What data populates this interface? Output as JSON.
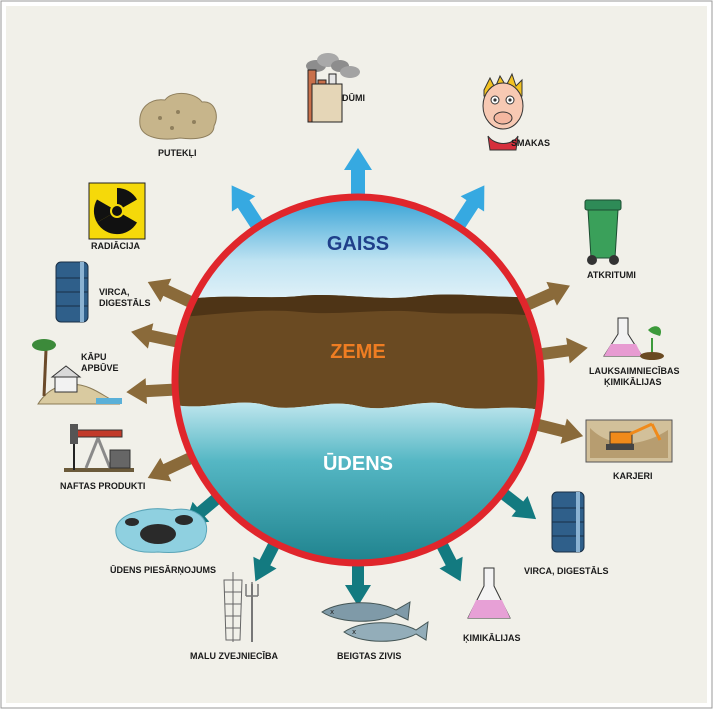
{
  "zones": {
    "air": "GAISS",
    "earth": "ZEME",
    "water": "ŪDENS"
  },
  "sources": {
    "dumi": "DŪMI",
    "puteklji": "PUTEKĻI",
    "smakas": "SMAKAS",
    "radiacija": "RADIĀCIJA",
    "atkritumi": "ATKRITUMI",
    "virca_left_1": "VIRCA,",
    "virca_left_2": "DIGESTĀLS",
    "lauks_1": "LAUKSAIMNIECĪBAS",
    "lauks_2": "ĶIMIKĀLIJAS",
    "kapu_1": "KĀPU",
    "kapu_2": "APBŪVE",
    "karjeri": "KARJERI",
    "naftas": "NAFTAS PRODUKTI",
    "virca_right": "VIRCA, DIGESTĀLS",
    "udens_pies": "ŪDENS PIESĀRŅOJUMS",
    "kimikalijas": "ĶIMIKĀLIJAS",
    "malu": "MALU ZVEJNIECĪBA",
    "beigtas": "BEIGTAS ZIVIS"
  },
  "colors": {
    "ring": "#e0262c",
    "air_arrow": "#36a9e1",
    "earth_arrow": "#8a6a3a",
    "water_arrow": "#137a80",
    "sky_top": "#3aa6d8",
    "soil": "#6a4a22",
    "water": "#2b9aa6",
    "air_text": "#1f3f8a",
    "earth_text": "#ef7d22",
    "water_text": "#ffffff"
  }
}
